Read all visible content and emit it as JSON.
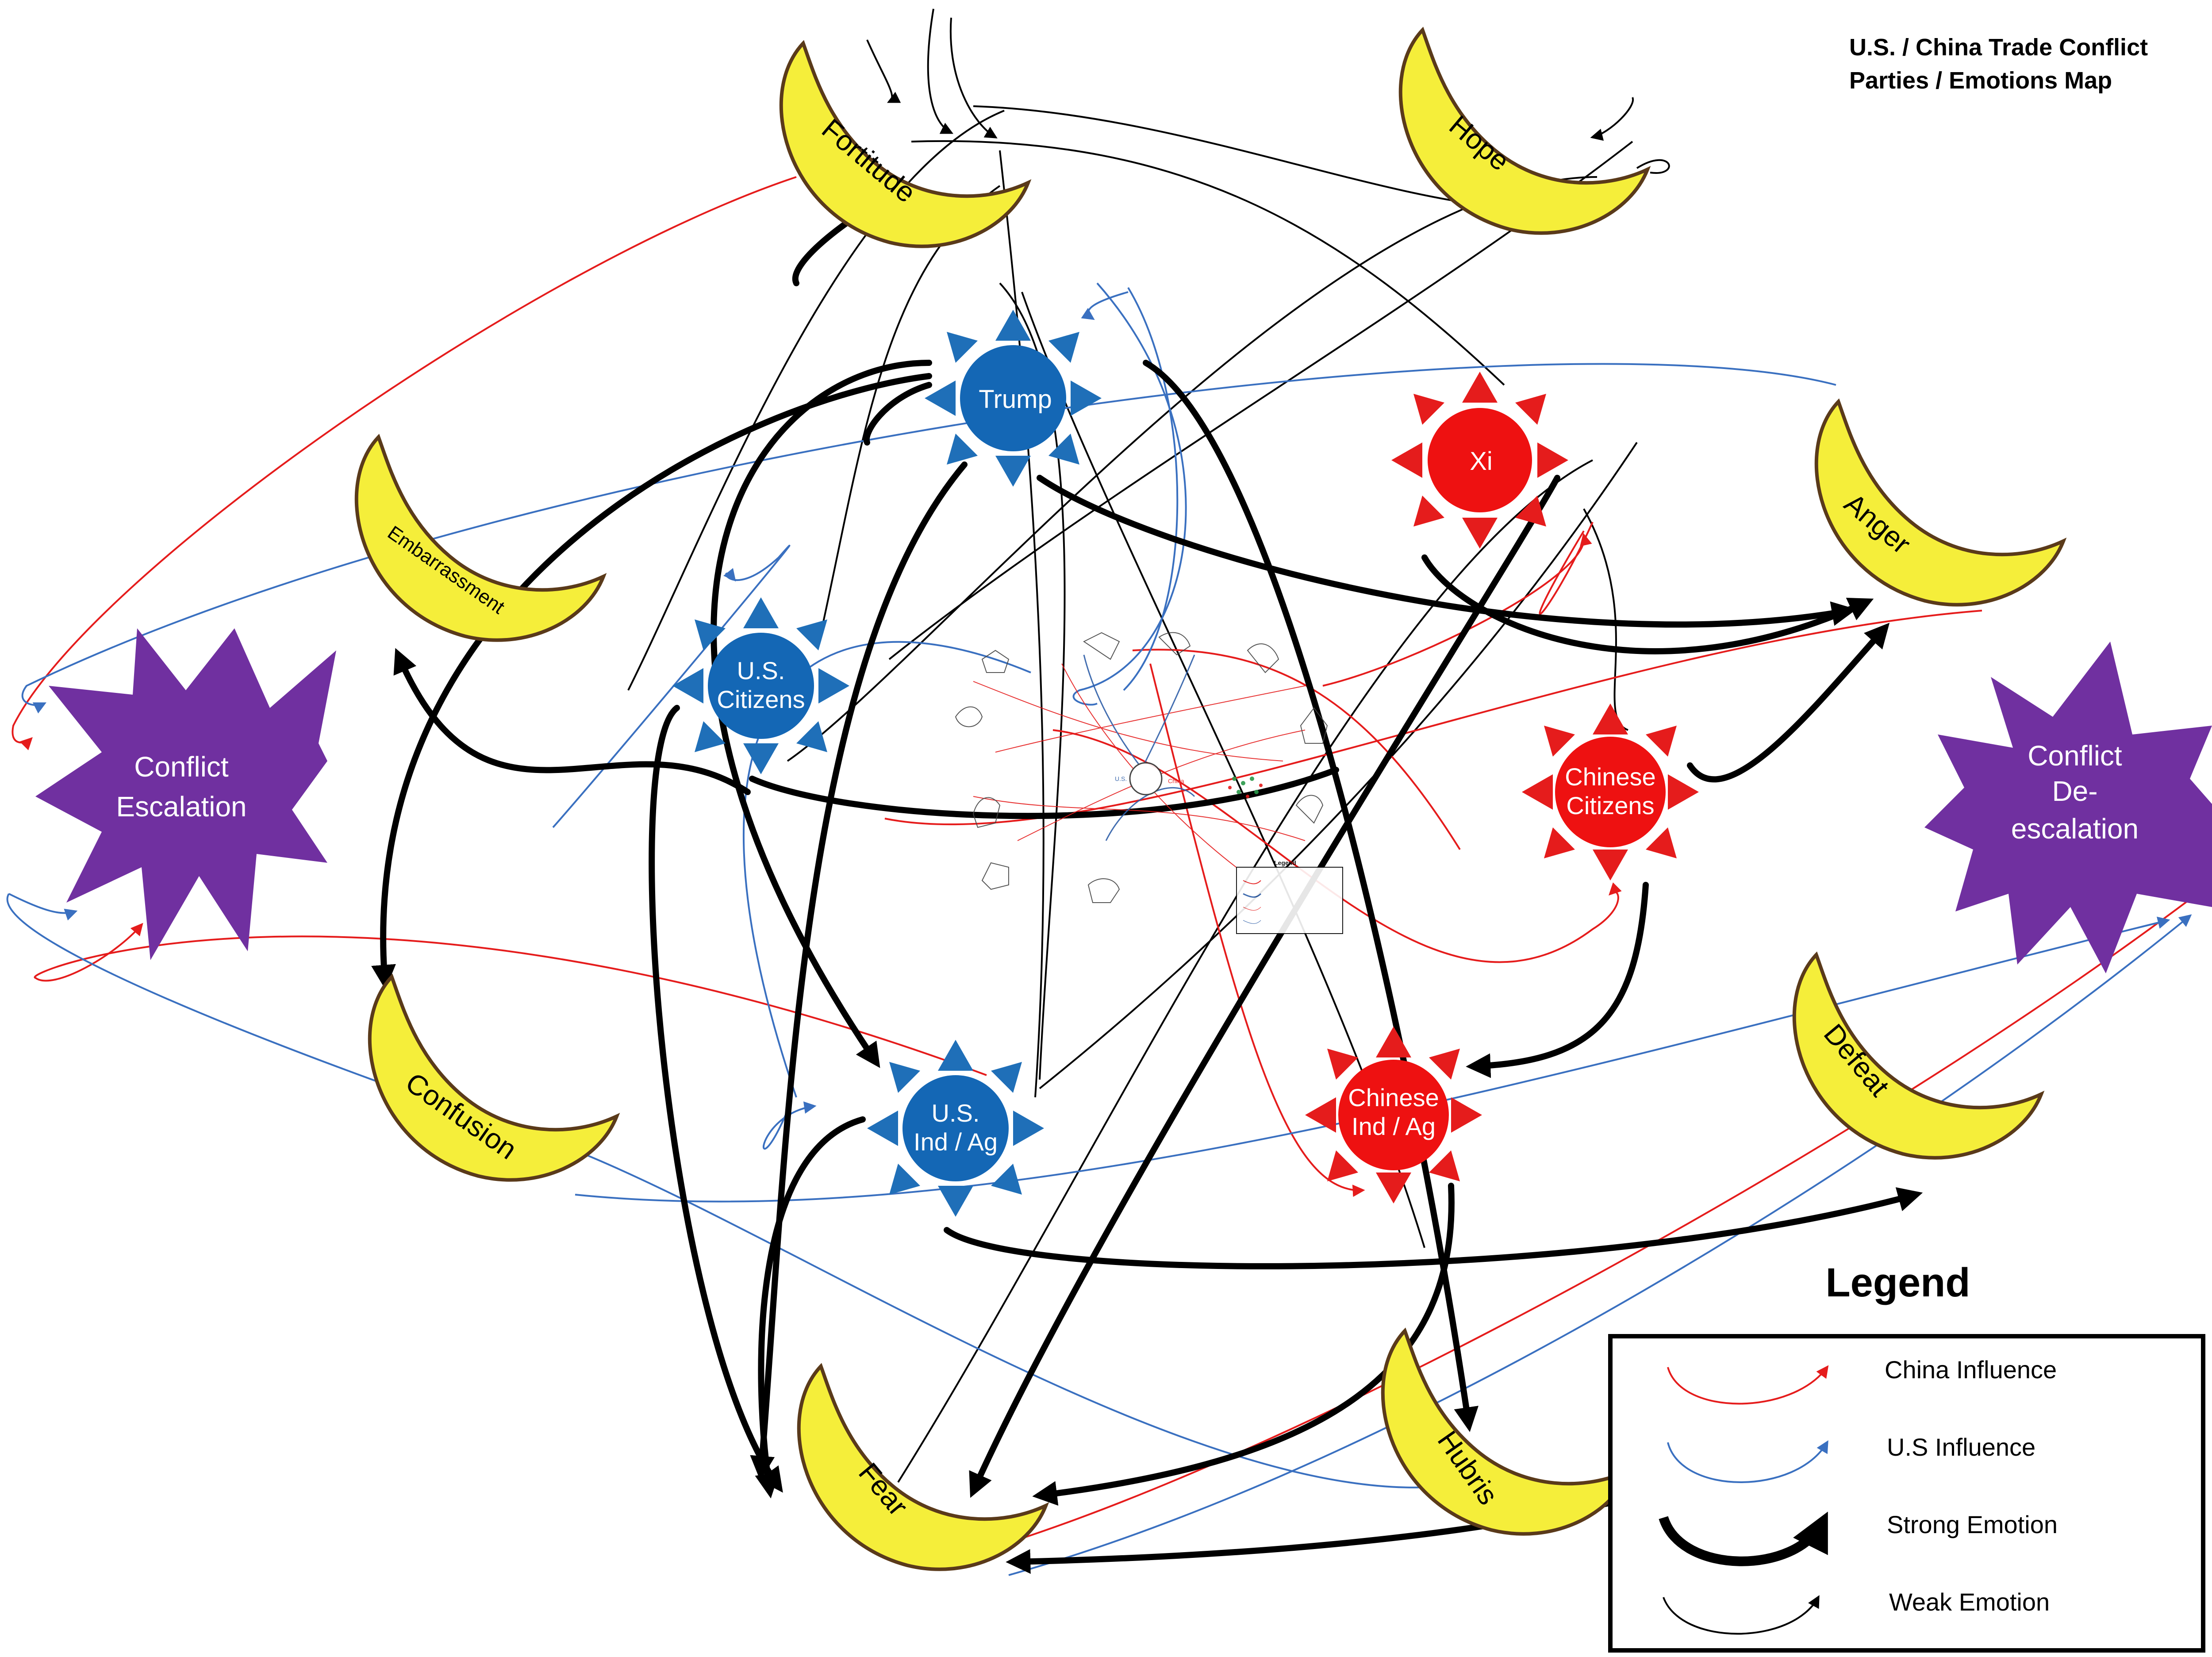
{
  "title": {
    "line1": "U.S. / China Trade Conflict",
    "line2": "Parties / Emotions Map"
  },
  "emotions": {
    "fortitude": "Fortitude",
    "hope": "Hope",
    "embarrassment": "Embarrassment",
    "anger": "Anger",
    "confusion": "Confusion",
    "defeat": "Defeat",
    "fear": "Fear",
    "hubris": "Hubris"
  },
  "parties": {
    "trump": "Trump",
    "xi": "Xi",
    "us_citizens_1": "U.S.",
    "us_citizens_2": "Citizens",
    "chinese_citizens_1": "Chinese",
    "chinese_citizens_2": "Citizens",
    "us_ind_ag_1": "U.S.",
    "us_ind_ag_2": "Ind / Ag",
    "chinese_ind_ag_1": "Chinese",
    "chinese_ind_ag_2": "Ind / Ag"
  },
  "outcomes": {
    "escalation_1": "Conflict",
    "escalation_2": "Escalation",
    "deescalation_1": "Conflict",
    "deescalation_2": "De-",
    "deescalation_3": "escalation"
  },
  "legend": {
    "title": "Legend",
    "china_influence": "China Influence",
    "us_influence": "U.S Influence",
    "strong_emotion": "Strong Emotion",
    "weak_emotion": "Weak Emotion"
  },
  "colors": {
    "china": "#e51c1c",
    "us": "#1f6fb8",
    "outcome": "#7030a0",
    "moon": "#f5ee3a",
    "moon_edge": "#5a3a1a"
  }
}
